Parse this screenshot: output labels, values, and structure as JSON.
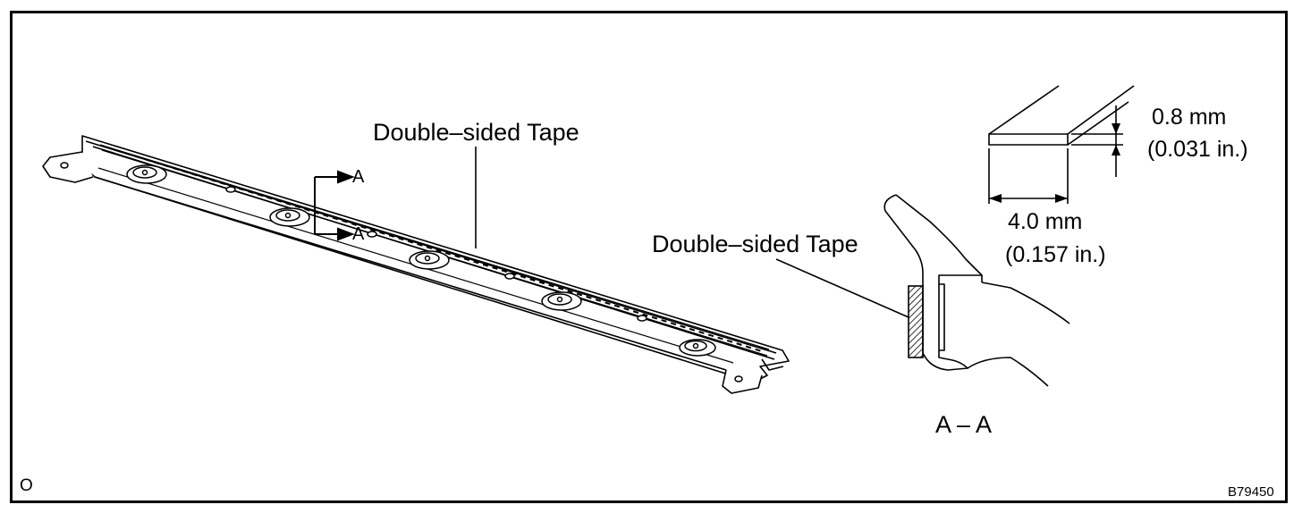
{
  "labels": {
    "tape_left": "Double–sided Tape",
    "tape_right": "Double–sided Tape",
    "section_mark_top": "A",
    "section_mark_bottom": "A",
    "section_title": "A – A",
    "thickness_mm": "0.8 mm",
    "thickness_in": "(0.031 in.)",
    "width_mm": "4.0 mm",
    "width_in": "(0.157 in.)",
    "corner_mark": "O",
    "figure_id": "B79450"
  },
  "colors": {
    "line": "#000000",
    "background": "#ffffff"
  }
}
